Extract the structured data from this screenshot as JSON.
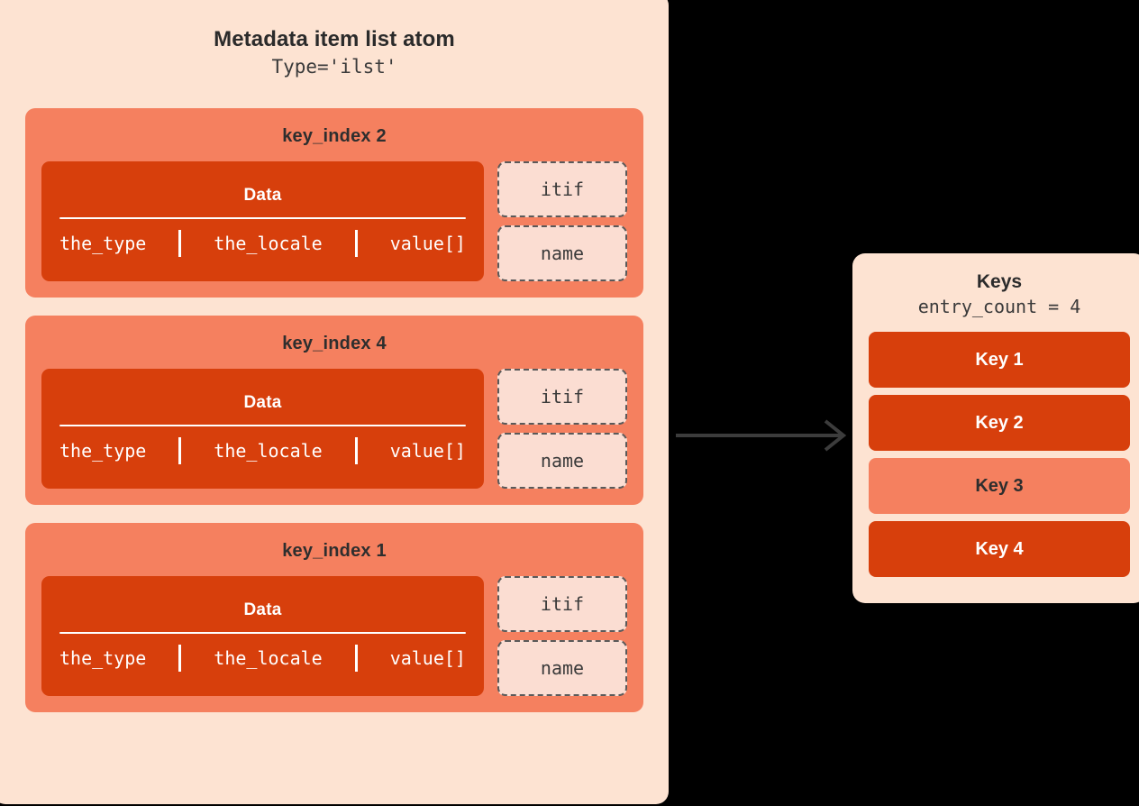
{
  "colors": {
    "background": "#000000",
    "panel_bg": "#FDE3D2",
    "card_bg": "#F5805F",
    "data_box_bg": "#D73F0C",
    "dashed_box_bg": "#FBDDD2",
    "dashed_border": "#5A5A5A",
    "text_dark": "#2E2E2E",
    "text_light": "#FFFFFF",
    "arrow": "#3C3C3C"
  },
  "ilst_panel": {
    "title": "Metadata item list atom",
    "subtitle": "Type='ilst'",
    "cards": [
      {
        "title": "key_index 2",
        "data": {
          "heading": "Data",
          "fields": [
            "the_type",
            "the_locale",
            "value[]"
          ]
        },
        "side_boxes": [
          "itif",
          "name"
        ]
      },
      {
        "title": "key_index 4",
        "data": {
          "heading": "Data",
          "fields": [
            "the_type",
            "the_locale",
            "value[]"
          ]
        },
        "side_boxes": [
          "itif",
          "name"
        ]
      },
      {
        "title": "key_index 1",
        "data": {
          "heading": "Data",
          "fields": [
            "the_type",
            "the_locale",
            "value[]"
          ]
        },
        "side_boxes": [
          "itif",
          "name"
        ]
      }
    ]
  },
  "arrow": {
    "icon": "arrow-right-icon",
    "direction": "right"
  },
  "keys_panel": {
    "title": "Keys",
    "subtitle": "entry_count = 4",
    "keys": [
      {
        "label": "Key 1",
        "style": "dark"
      },
      {
        "label": "Key 2",
        "style": "dark"
      },
      {
        "label": "Key 3",
        "style": "light"
      },
      {
        "label": "Key 4",
        "style": "dark"
      }
    ]
  }
}
